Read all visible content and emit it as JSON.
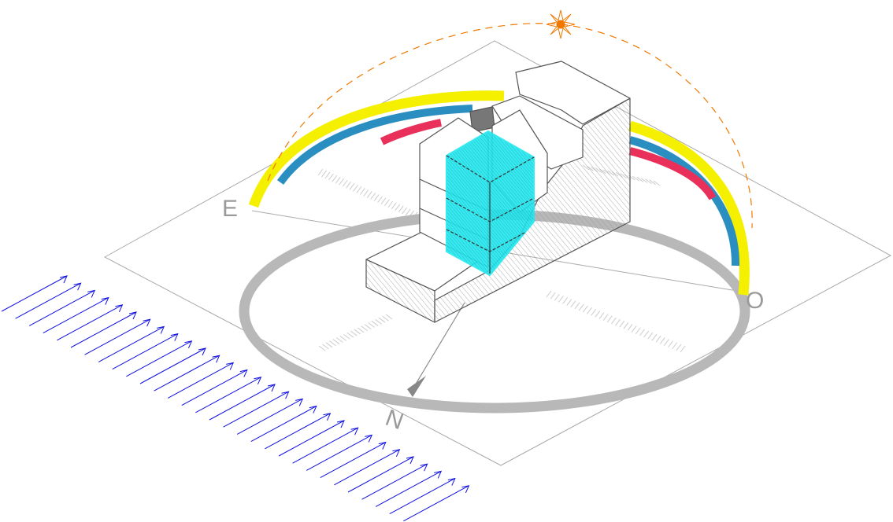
{
  "labels": {
    "east": "E",
    "west": "O",
    "north": "N"
  },
  "colors": {
    "sun": "#f07800",
    "summer_path": "#f4f000",
    "equinox_path": "#2a8fc0",
    "winter_path": "#e8305a",
    "horizon_ring": "#b4b4b4",
    "volume_highlight": "#20e8f0",
    "wind": "#1010e0"
  },
  "wind": {
    "arrow_count": 30
  }
}
